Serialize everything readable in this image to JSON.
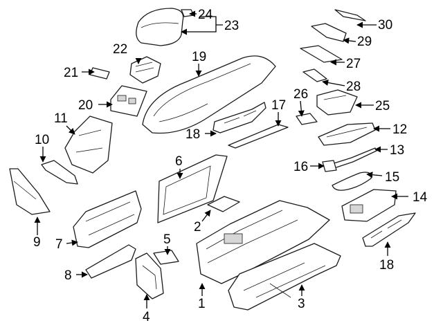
{
  "diagram": {
    "callouts": {
      "c1": "1",
      "c2": "2",
      "c3": "3",
      "c4": "4",
      "c5": "5",
      "c6": "6",
      "c7": "7",
      "c8": "8",
      "c9": "9",
      "c10": "10",
      "c11": "11",
      "c12": "12",
      "c13": "13",
      "c14": "14",
      "c15": "15",
      "c16": "16",
      "c17": "17",
      "c18a": "18",
      "c18b": "18",
      "c19": "19",
      "c20": "20",
      "c21": "21",
      "c22": "22",
      "c23": "23",
      "c24": "24",
      "c25": "25",
      "c26": "26",
      "c27": "27",
      "c28": "28",
      "c29": "29",
      "c30": "30"
    },
    "colors": {
      "line": "#1a1a1a",
      "background": "#ffffff",
      "shade": "#d6d6d6"
    }
  }
}
